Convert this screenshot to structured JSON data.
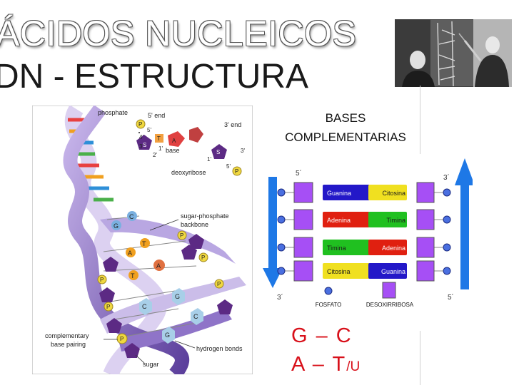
{
  "slide": {
    "title_line1": "ÁCIDOS NUCLEICOS",
    "title_line2": "DN - ESTRUCTURA",
    "bases_title_line1": "BASES",
    "bases_title_line2": "COMPLEMENTARIAS",
    "formula_line1": "G – C",
    "formula_line2_main": "A – T",
    "formula_line2_sub": "/U"
  },
  "dna_diagram": {
    "phosphate": "phosphate",
    "five_end_top": "5' end",
    "three_end_top": "3' end",
    "sugar_base": "base",
    "deoxyribose": "deoxyribose",
    "backbone_line1": "sugar-phosphate",
    "backbone_line2": "backbone",
    "pairing_line1": "complementary",
    "pairing_line2": "base pairing",
    "hydrogen_bonds": "hydrogen bonds",
    "sugar": "sugar",
    "p": "P",
    "s": "S",
    "a": "A",
    "t": "T",
    "g": "G",
    "c": "C",
    "n5p": "5'",
    "n4p": "4'",
    "n3p": "3'",
    "n2p": "2'",
    "n1p": "1'"
  },
  "pairs_diagram": {
    "five_left": "5´",
    "three_right": "3´",
    "three_left": "3´",
    "five_right": "5´",
    "rows": [
      {
        "left": "Guanina",
        "right": "Citosina"
      },
      {
        "left": "Adenina",
        "right": "Timina"
      },
      {
        "left": "Timina",
        "right": "Adenina"
      },
      {
        "left": "Citosina",
        "right": "Guanina"
      }
    ],
    "legend_phosphate": "FOSFATO",
    "legend_sugar": "DESOXIRRIBOSA",
    "colors": {
      "guanine": "#2318c8",
      "cytosine": "#f0e020",
      "adenine": "#e02010",
      "thymine": "#20c020",
      "sugar": "#a64ff5",
      "arrow": "#1e78e6"
    }
  }
}
